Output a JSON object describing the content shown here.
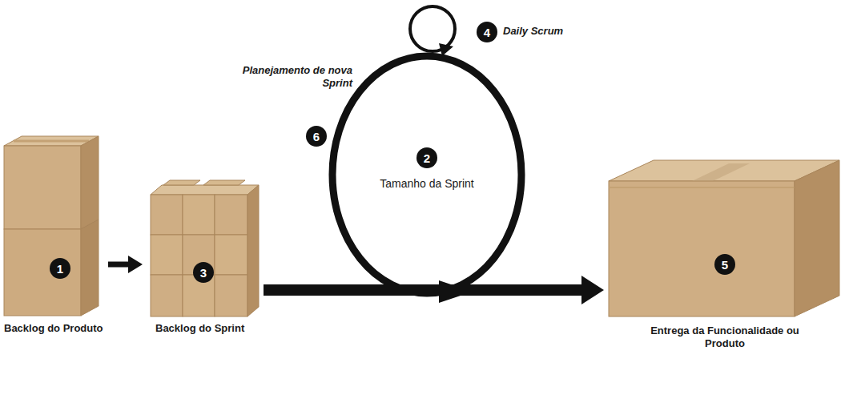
{
  "diagram": {
    "nodes": [
      {
        "text": [
          "1",
          "Backlog do Produto"
        ]
      },
      {
        "text": [
          "3",
          "Backlog do Sprint"
        ]
      },
      {
        "text": [
          "2",
          "Tamanho da Sprint"
        ]
      },
      {
        "text": [
          "4",
          "Daily Scrum"
        ]
      },
      {
        "text": [
          "5",
          "Entrega da Funcionalidade ou Produto"
        ]
      }
    ],
    "edges": [
      {
        "from": 0,
        "to": 1,
        "arrow": "to"
      },
      {
        "from": 1,
        "to": 4,
        "arrow": "to"
      }
    ],
    "labels": [
      "6",
      "Planejamento de nova Sprint"
    ]
  }
}
